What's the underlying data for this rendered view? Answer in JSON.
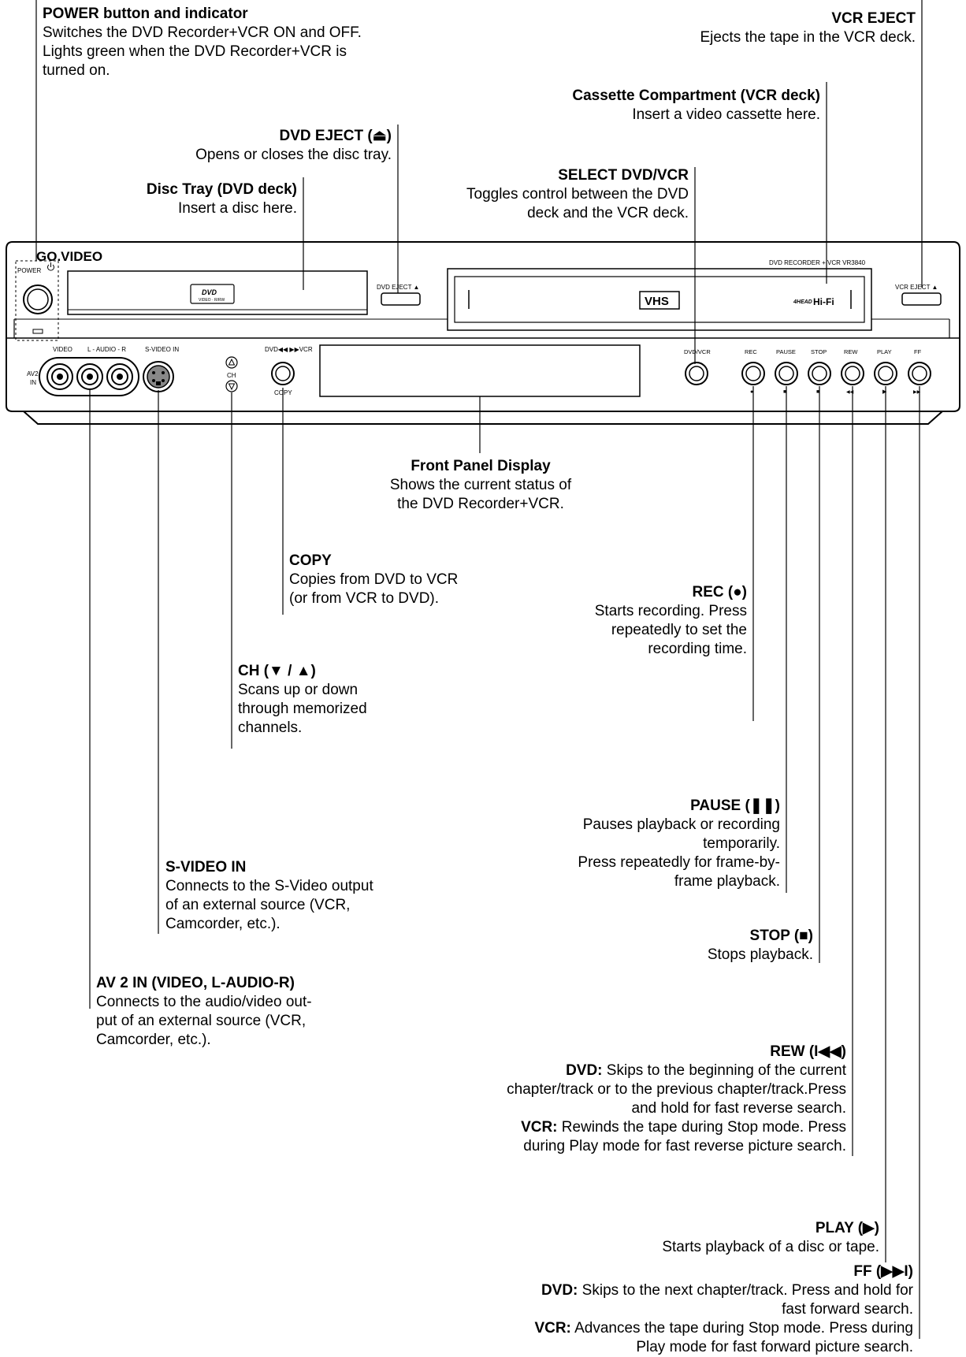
{
  "brand": "GO.VIDEO",
  "model": "DVD RECORDER + VCR VR3840",
  "device": {
    "power_label": "POWER",
    "dvd_eject_label": "DVD EJECT ▲",
    "vcr_eject_label": "VCR EJECT ▲",
    "dvd_logo": "DVD",
    "dvd_logo_sub": "VIDEO · R/RW",
    "vhs_logo": "VHS",
    "head_logo": "4HEAD",
    "hifi_logo": "Hi-Fi",
    "video_label": "VIDEO",
    "audio_label": "L - AUDIO - R",
    "svideo_label": "S-VIDEO IN",
    "av2_label": "AV2",
    "in_label": "IN",
    "ch_label": "CH",
    "copy_top_label": "DVD◀◀  ▶▶VCR",
    "copy_label": "COPY",
    "dvdvcr_label": "DVD/VCR",
    "rec_label": "REC",
    "pause_label": "PAUSE",
    "stop_label": "STOP",
    "rew_label": "REW",
    "play_label": "PLAY",
    "ff_label": "FF",
    "rec_sym": "●",
    "pause_sym": "■",
    "stop_sym": "■",
    "rew_sym": "◀◀",
    "play_sym": "▶",
    "ff_sym": "▶▶"
  },
  "callouts": {
    "power": {
      "title": "POWER button and indicator",
      "desc": [
        "Switches the DVD Recorder+VCR ON and OFF.",
        "Lights green when the DVD Recorder+VCR is",
        "turned on."
      ]
    },
    "vcr_eject": {
      "title": "VCR EJECT",
      "desc": [
        "Ejects the tape in the VCR deck."
      ]
    },
    "cassette": {
      "title": "Cassette Compartment (VCR deck)",
      "desc": [
        "Insert a video cassette here."
      ]
    },
    "dvd_eject": {
      "title": "DVD EJECT (⏏)",
      "desc": [
        "Opens or closes the disc tray."
      ]
    },
    "select": {
      "title": "SELECT DVD/VCR",
      "desc": [
        "Toggles control between the DVD",
        "deck and the VCR deck."
      ]
    },
    "disc_tray": {
      "title": "Disc Tray (DVD deck)",
      "desc": [
        "Insert a disc here."
      ]
    },
    "display": {
      "title": "Front Panel Display",
      "desc": [
        "Shows the current status of",
        "the DVD Recorder+VCR."
      ]
    },
    "copy": {
      "title": "COPY",
      "desc": [
        "Copies from DVD to VCR",
        "(or from VCR to DVD)."
      ]
    },
    "rec": {
      "title": "REC (●)",
      "desc": [
        "Starts recording. Press",
        "repeatedly to set the",
        "recording time."
      ]
    },
    "ch": {
      "title": "CH (▼ / ▲)",
      "desc": [
        "Scans up or down",
        "through memorized",
        "channels."
      ]
    },
    "pause": {
      "title": "PAUSE (❚❚)",
      "desc": [
        "Pauses playback or recording",
        "temporarily.",
        "Press repeatedly for frame-by-",
        "frame playback."
      ]
    },
    "svideo": {
      "title": "S-VIDEO IN",
      "desc": [
        "Connects to the S-Video output",
        "of an external source (VCR,",
        "Camcorder, etc.)."
      ]
    },
    "stop": {
      "title": "STOP (■)",
      "desc": [
        "Stops playback."
      ]
    },
    "av2": {
      "title": "AV 2 IN (VIDEO, L-AUDIO-R)",
      "desc": [
        "Connects to the audio/video out-",
        "put of an external source (VCR,",
        "Camcorder, etc.)."
      ]
    },
    "rew": {
      "title": "REW (I◀◀)",
      "dvd_label": "DVD:",
      "dvd_line1": " Skips to the beginning of the current",
      "dvd_line2": "chapter/track or to the previous chapter/track.Press",
      "dvd_line3": "and hold for fast reverse search.",
      "vcr_label": "VCR:",
      "vcr_line1": " Rewinds the tape during Stop mode. Press",
      "vcr_line2": "during Play mode for fast reverse picture search."
    },
    "play": {
      "title": "PLAY (▶)",
      "desc": [
        "Starts playback of a disc or tape."
      ]
    },
    "ff": {
      "title": "FF (▶▶I)",
      "dvd_label": "DVD:",
      "dvd_line1": " Skips to the next chapter/track. Press and hold for",
      "dvd_line2": "fast forward search.",
      "vcr_label": "VCR:",
      "vcr_line1": " Advances the tape during Stop mode. Press during",
      "vcr_line2": "Play mode for fast forward picture search."
    }
  }
}
